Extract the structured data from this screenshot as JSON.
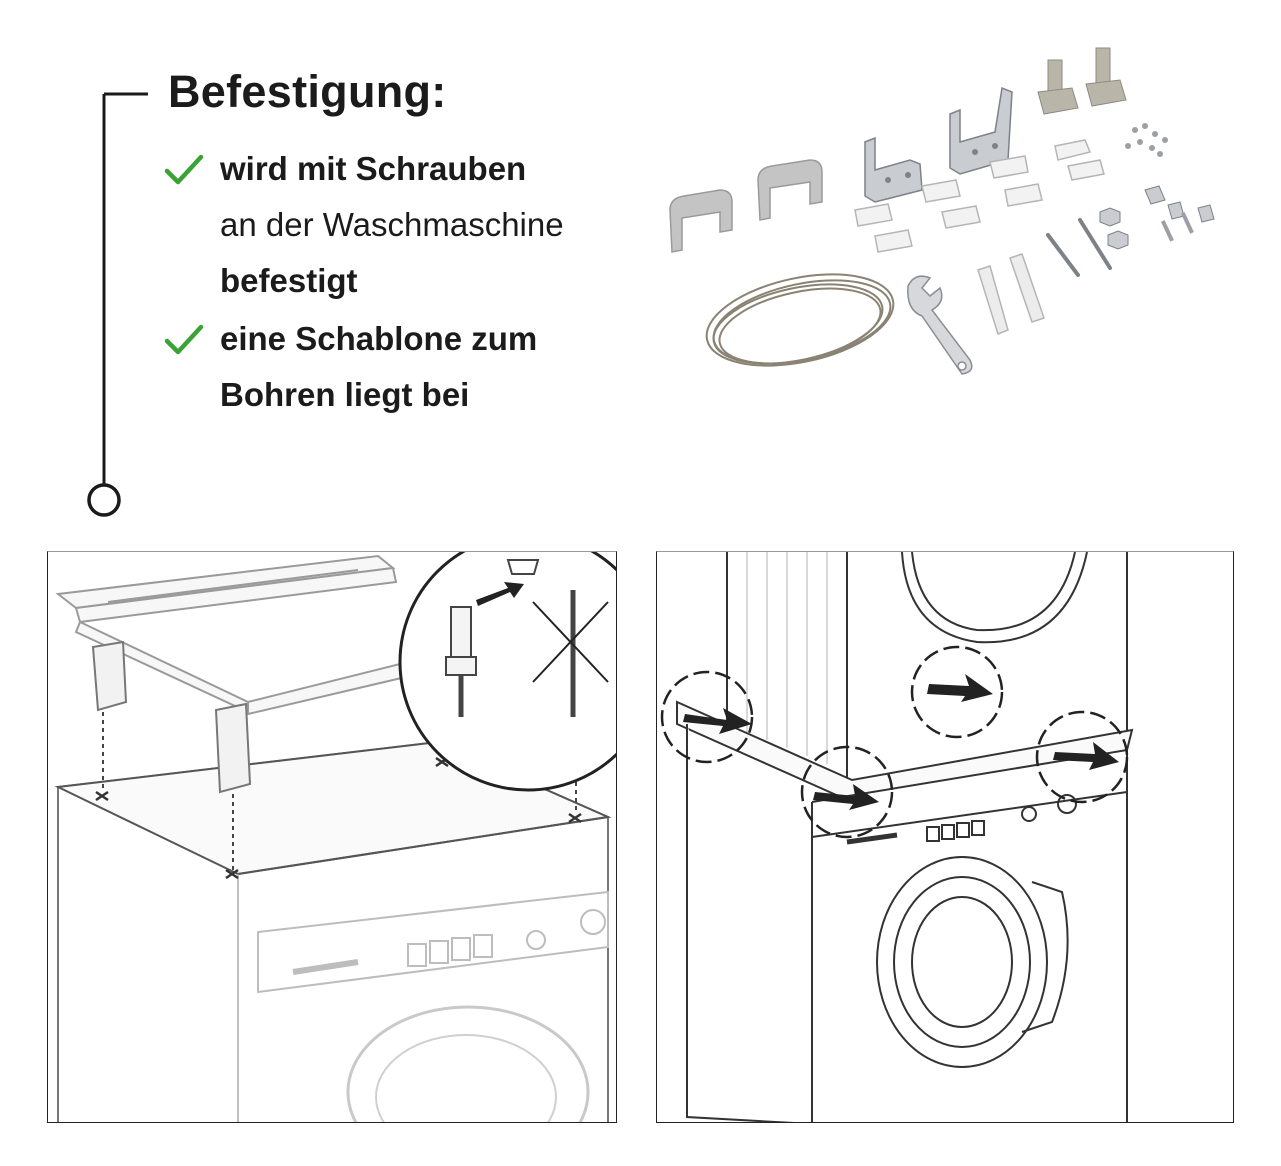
{
  "heading": "Befestigung:",
  "features": [
    {
      "lines": [
        {
          "text": "wird mit Schrauben",
          "bold": true
        },
        {
          "text": "an der Waschmaschine",
          "bold": false
        },
        {
          "text": "befestigt",
          "bold": true
        }
      ]
    },
    {
      "lines": [
        {
          "text": "eine Schablone zum",
          "bold": true
        },
        {
          "text": "Bohren liegt bei",
          "bold": true
        }
      ]
    }
  ],
  "icons": {
    "check": "checkmark-icon",
    "arrow": "arrow-icon"
  },
  "colors": {
    "text": "#1b1b1b",
    "check": "#3aa335",
    "line": "#1b1b1b",
    "hardware_white": "#f2f2f2",
    "hardware_grey": "#bfbfbf",
    "metal": "#c9ccd1"
  }
}
